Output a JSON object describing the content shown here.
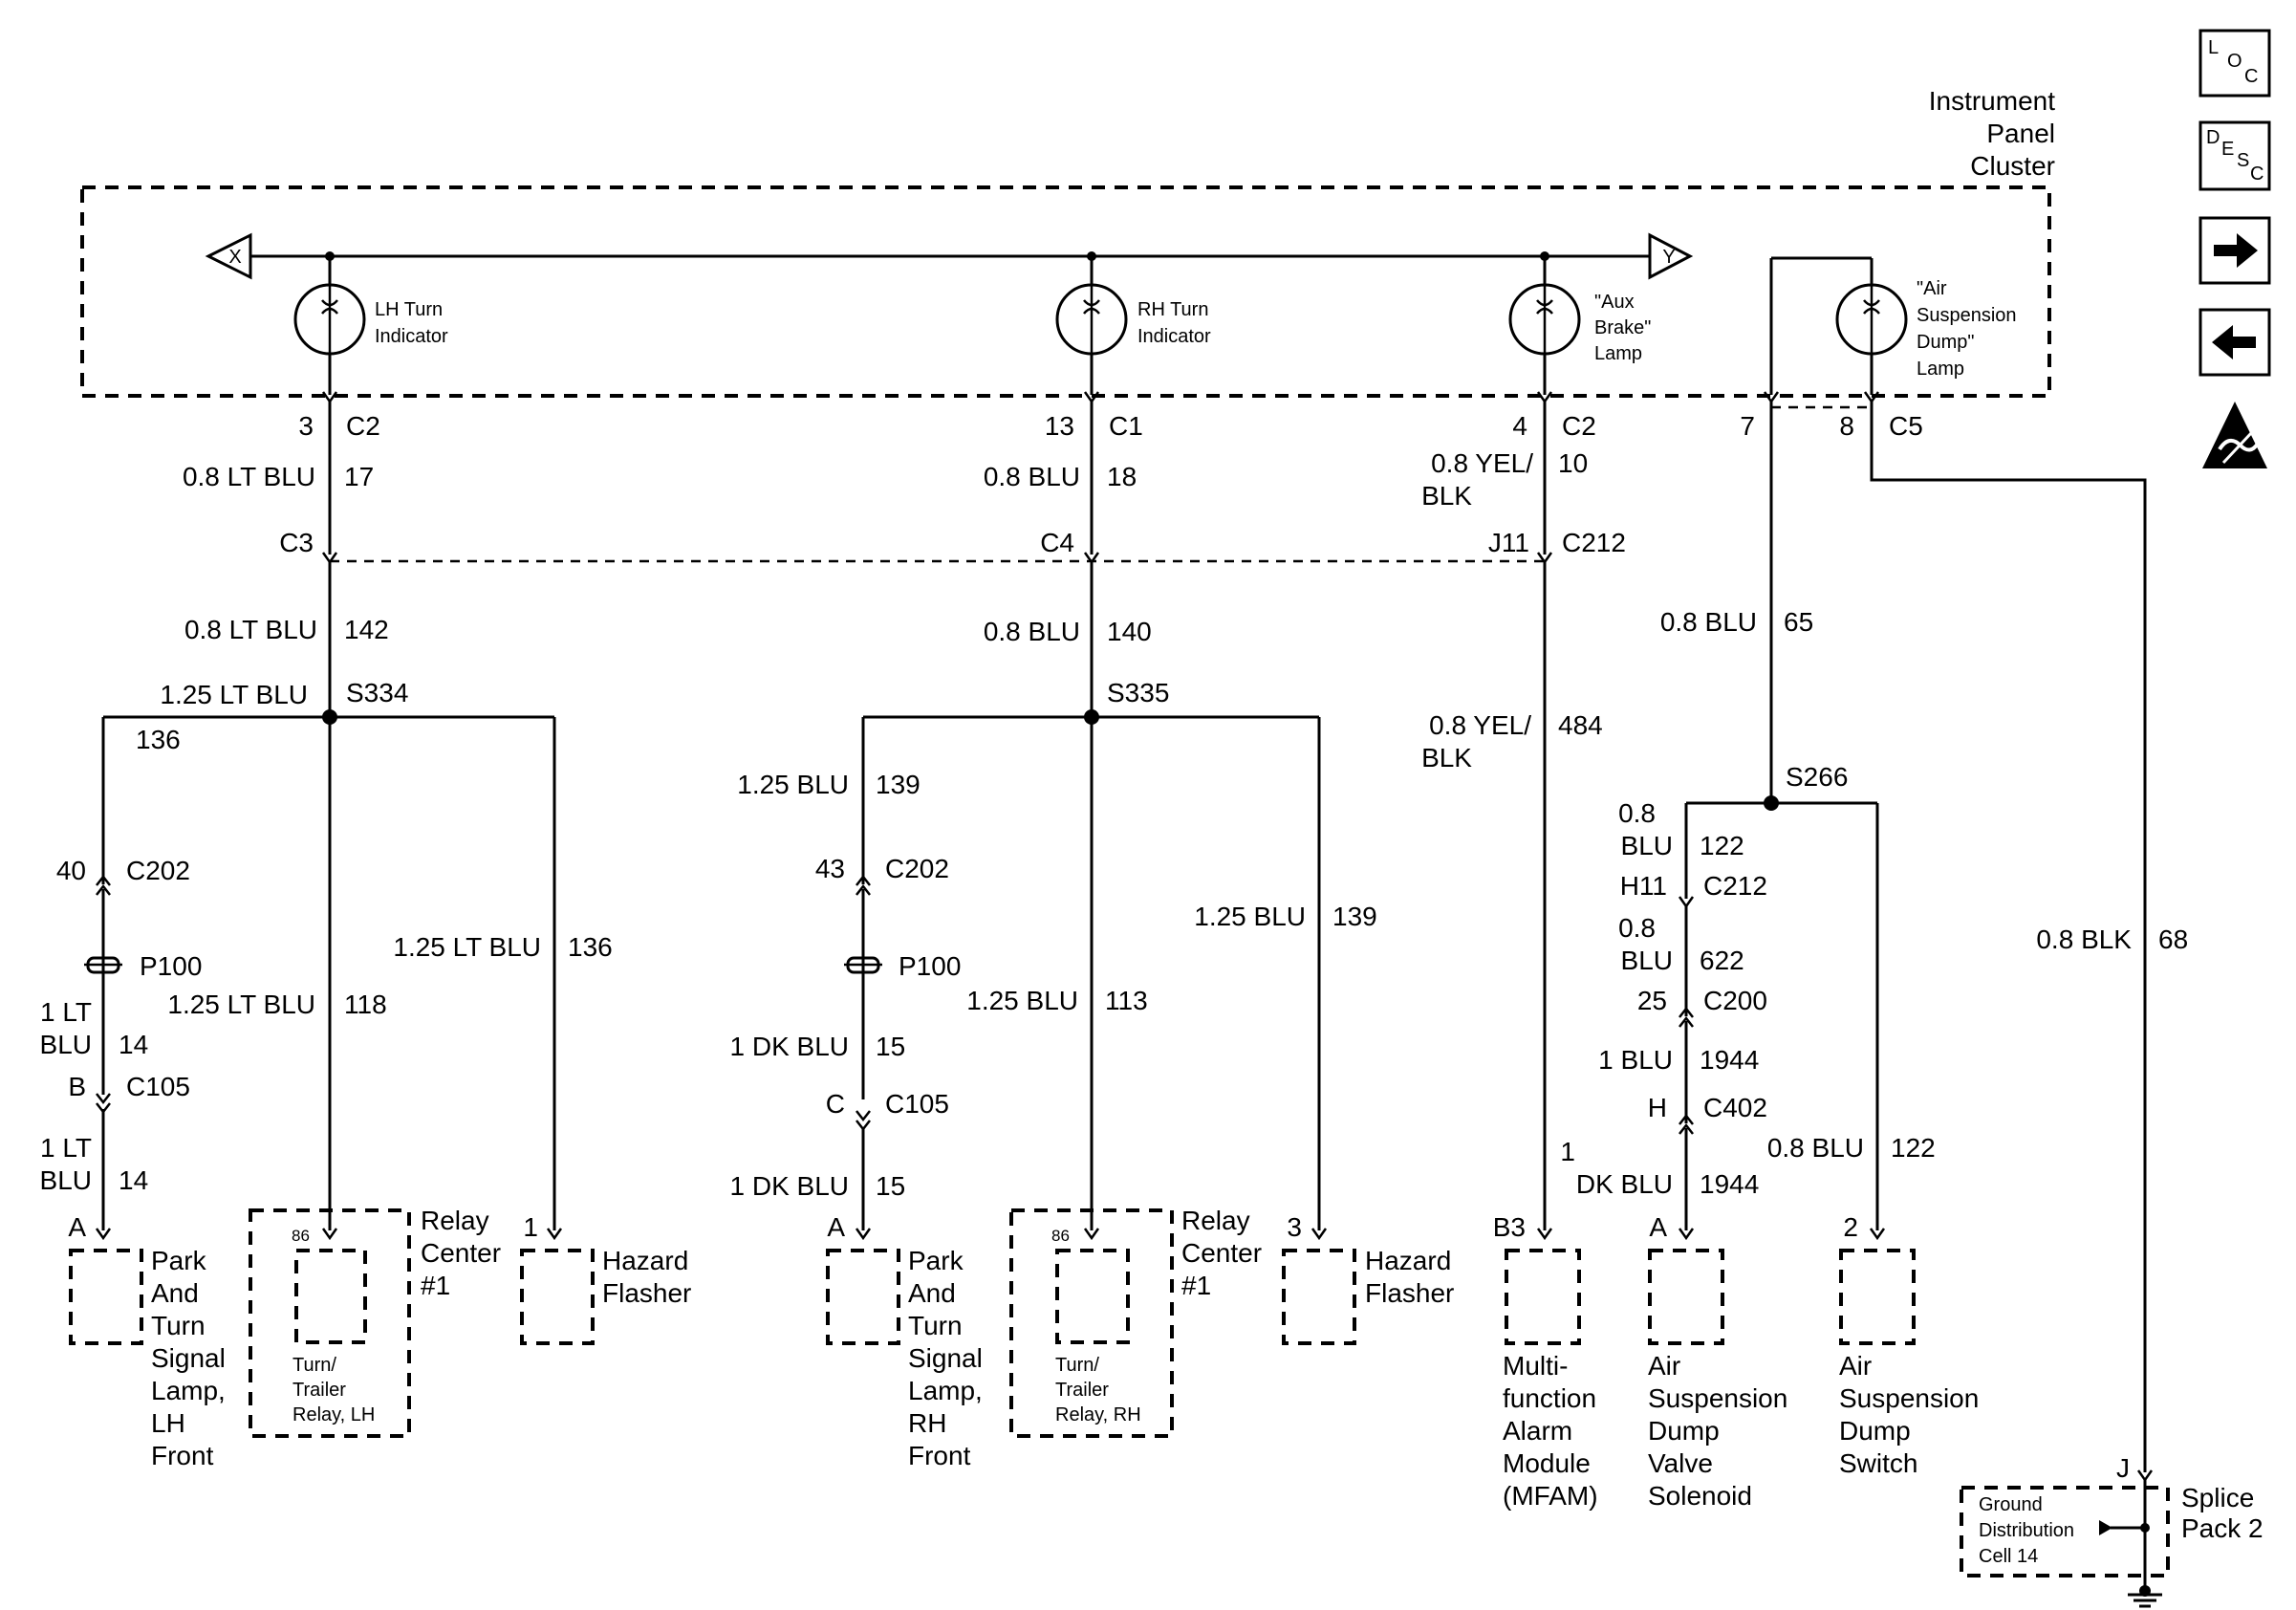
{
  "ipc": {
    "label": [
      "Instrument",
      "Panel",
      "Cluster"
    ]
  },
  "bus": {
    "left": "X",
    "right": "Y"
  },
  "lamps": [
    {
      "label": [
        "LH Turn",
        "Indicator"
      ]
    },
    {
      "label": [
        "RH Turn",
        "Indicator"
      ]
    },
    {
      "label": [
        "\"Aux",
        "Brake\"",
        "Lamp"
      ]
    },
    {
      "label": [
        "\"Air",
        "Suspension",
        "Dump\"",
        "Lamp"
      ]
    }
  ],
  "pins_top": [
    {
      "pin": "3",
      "conn": "C2"
    },
    {
      "pin": "13",
      "conn": "C1"
    },
    {
      "pin": "4",
      "conn": "C2"
    },
    {
      "pin": "7",
      "conn": ""
    },
    {
      "pin": "8",
      "conn": "C5"
    }
  ],
  "wires": {
    "w17": {
      "color": "0.8 LT BLU",
      "circuit": "17"
    },
    "w18": {
      "color": "0.8 BLU",
      "circuit": "18"
    },
    "w10": {
      "color": [
        "0.8 YEL/",
        "BLK"
      ],
      "circuit": "10"
    },
    "w142": {
      "color": "0.8 LT BLU",
      "circuit": "142"
    },
    "w140": {
      "color": "0.8 BLU",
      "circuit": "140"
    },
    "w484": {
      "color": [
        "0.8 YEL/",
        "BLK"
      ],
      "circuit": "484"
    },
    "w65": {
      "color": "0.8 BLU",
      "circuit": "65"
    },
    "w136a": {
      "color": "1.25 LT BLU",
      "circuit": "136"
    },
    "w136b": {
      "color": "1.25 LT BLU",
      "circuit": "136"
    },
    "w118": {
      "color": "1.25 LT BLU",
      "circuit": "118"
    },
    "w139a": {
      "color": "1.25 BLU",
      "circuit": "139"
    },
    "w139b": {
      "color": "1.25 BLU",
      "circuit": "139"
    },
    "w113": {
      "color": "1.25 BLU",
      "circuit": "113"
    },
    "w14a": {
      "color": [
        "1 LT",
        "BLU"
      ],
      "circuit": "14"
    },
    "w14b": {
      "color": [
        "1 LT",
        "BLU"
      ],
      "circuit": "14"
    },
    "w15a": {
      "color": "1 DK BLU",
      "circuit": "15"
    },
    "w15b": {
      "color": "1 DK BLU",
      "circuit": "15"
    },
    "w122a": {
      "color": [
        "0.8",
        "BLU"
      ],
      "circuit": "122"
    },
    "w622": {
      "color": [
        "0.8",
        "BLU"
      ],
      "circuit": "622"
    },
    "w1944a": {
      "color": "1 BLU",
      "circuit": "1944"
    },
    "w1944b": {
      "color": [
        "1",
        "DK BLU"
      ],
      "circuit": "1944"
    },
    "w122b": {
      "color": "0.8 BLU",
      "circuit": "122"
    },
    "w68": {
      "color": "0.8 BLK",
      "circuit": "68"
    }
  },
  "connectors": {
    "c3": "C3",
    "c4": "C4",
    "j11": "J11",
    "c212": "C212",
    "c202a_pin": "40",
    "c202a": "C202",
    "c202b_pin": "43",
    "c202b": "C202",
    "p100a": "P100",
    "p100b": "P100",
    "c105a_pin": "B",
    "c105a": "C105",
    "c105b_pin": "C",
    "c105b": "C105",
    "h11": "H11",
    "c212b": "C212",
    "c200_pin": "25",
    "c200": "C200",
    "c402_pin": "H",
    "c402": "C402"
  },
  "splices": {
    "s334": "S334",
    "s335": "S335",
    "s266": "S266"
  },
  "components": {
    "park_lh": {
      "pin": "A",
      "label": [
        "Park",
        "And",
        "Turn",
        "Signal",
        "Lamp,",
        "LH",
        "Front"
      ]
    },
    "relay_lh": {
      "pin": "86",
      "label": [
        "Relay",
        "Center",
        "#1"
      ],
      "inner": [
        "Turn/",
        "Trailer",
        "Relay, LH"
      ]
    },
    "hazard_lh": {
      "pin": "1",
      "label": [
        "Hazard",
        "Flasher"
      ]
    },
    "park_rh": {
      "pin": "A",
      "label": [
        "Park",
        "And",
        "Turn",
        "Signal",
        "Lamp,",
        "RH",
        "Front"
      ]
    },
    "relay_rh": {
      "pin": "86",
      "label": [
        "Relay",
        "Center",
        "#1"
      ],
      "inner": [
        "Turn/",
        "Trailer",
        "Relay, RH"
      ]
    },
    "hazard_rh": {
      "pin": "3",
      "label": [
        "Hazard",
        "Flasher"
      ]
    },
    "mfam": {
      "pin": "B3",
      "label": [
        "Multi-",
        "function",
        "Alarm",
        "Module",
        "(MFAM)"
      ]
    },
    "solenoid": {
      "pin": "A",
      "label": [
        "Air",
        "Suspension",
        "Dump",
        "Valve",
        "Solenoid"
      ]
    },
    "switch": {
      "pin": "2",
      "label": [
        "Air",
        "Suspension",
        "Dump",
        "Switch"
      ]
    },
    "splice_pack": {
      "pin": "J",
      "label": [
        "Splice",
        "Pack 2"
      ],
      "inner": [
        "Ground",
        "Distribution",
        "Cell 14"
      ]
    }
  },
  "side_icons": {
    "loc": {
      "a": "L",
      "b": "O",
      "c": "C"
    },
    "desc": {
      "a": "D",
      "b": "E",
      "c": "S",
      "d": "C"
    }
  }
}
